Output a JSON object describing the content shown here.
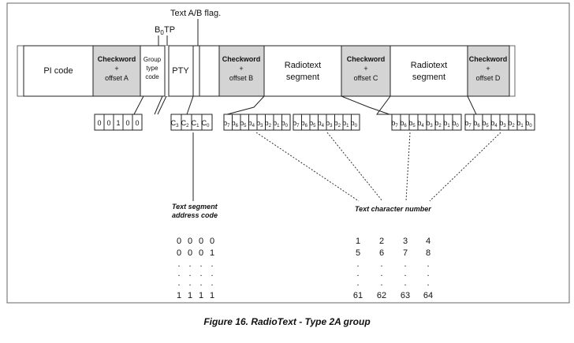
{
  "top_labels": {
    "text_ab_flag": "Text A/B flag.",
    "b0": "B",
    "b0_sub": "0",
    "tp": "TP"
  },
  "blocks": {
    "pi_code": "PI code",
    "checkword_a": [
      "Checkword",
      "+",
      "offset A"
    ],
    "group_type_code": [
      "Group",
      "type",
      "code"
    ],
    "pty": "PTY",
    "checkword_b": [
      "Checkword",
      "+",
      "offset B"
    ],
    "radiotext_segment_1": [
      "Radiotext",
      "segment"
    ],
    "checkword_c": [
      "Checkword",
      "+",
      "offset C"
    ],
    "radiotext_segment_2": [
      "Radiotext",
      "segment"
    ],
    "checkword_d": [
      "Checkword",
      "+",
      "offset D"
    ]
  },
  "bit_groups": {
    "group_type_bits": [
      "0",
      "0",
      "1",
      "0",
      "0"
    ],
    "segment_address_bits": [
      {
        "base": "C",
        "sub": "3"
      },
      {
        "base": "C",
        "sub": "2"
      },
      {
        "base": "C",
        "sub": "1"
      },
      {
        "base": "C",
        "sub": "0"
      }
    ],
    "char_bits": [
      "7",
      "6",
      "5",
      "4",
      "3",
      "2",
      "1",
      "0"
    ],
    "char_bit_base": "b"
  },
  "labels": {
    "segment_address": [
      "Text segment",
      "address code"
    ],
    "char_number": "Text character number"
  },
  "segment_address_table": {
    "rows": [
      [
        "0",
        "0",
        "0",
        "0"
      ],
      [
        "0",
        "0",
        "0",
        "1"
      ],
      [
        ".",
        ".",
        ".",
        "."
      ],
      [
        ".",
        ".",
        ".",
        "."
      ],
      [
        ".",
        ".",
        ".",
        "."
      ],
      [
        "1",
        "1",
        "1",
        "1"
      ]
    ]
  },
  "char_number_table": {
    "rows": [
      [
        "1",
        "2",
        "3",
        "4"
      ],
      [
        "5",
        "6",
        "7",
        "8"
      ],
      [
        ".",
        ".",
        ".",
        "."
      ],
      [
        ".",
        ".",
        ".",
        "."
      ],
      [
        ".",
        ".",
        ".",
        "."
      ],
      [
        "61",
        "62",
        "63",
        "64"
      ]
    ]
  },
  "caption": "Figure 16. RadioText - Type 2A group",
  "colors": {
    "checkword_fill": "#d4d4d4",
    "line": "#222222",
    "frame": "#555555"
  }
}
